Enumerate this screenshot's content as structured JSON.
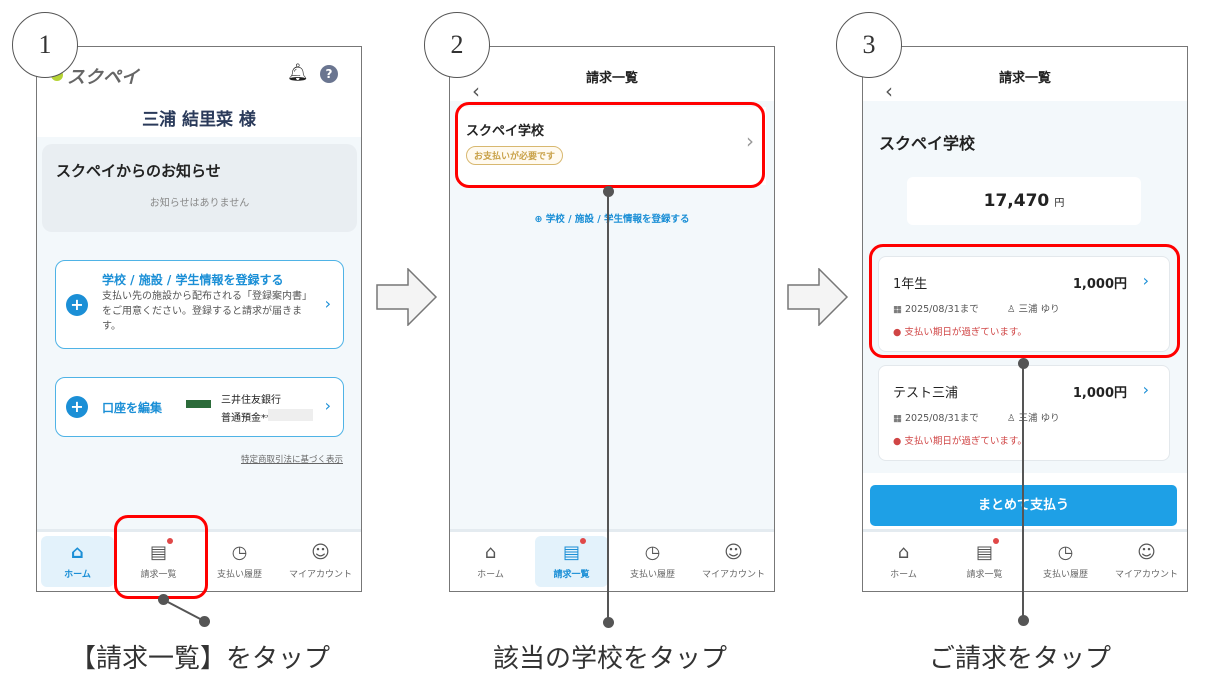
{
  "steps": [
    {
      "number": "1",
      "caption": "【請求一覧】をタップ"
    },
    {
      "number": "2",
      "caption": "該当の学校をタップ"
    },
    {
      "number": "3",
      "caption": "ご請求をタップ"
    }
  ],
  "screen1": {
    "logo": "スクペイ",
    "user_name": "三浦 結里菜 様",
    "notice_title": "スクペイからのお知らせ",
    "notice_empty": "お知らせはありません",
    "register_title": "学校 / 施設 / 学生情報を登録する",
    "register_desc": "支払い先の施設から配布される「登録案内書」をご用意ください。登録すると請求が届きます。",
    "account_label": "口座を編集",
    "bank_name": "三井住友銀行",
    "account_type": "普通預金**",
    "law_link": "特定商取引法に基づく表示"
  },
  "nav": {
    "home": "ホーム",
    "invoices": "請求一覧",
    "history": "支払い履歴",
    "account": "マイアカウント"
  },
  "screen2": {
    "title": "請求一覧",
    "school": "スクペイ学校",
    "badge": "お支払いが必要です",
    "register_link": "学校 / 施設 / 学生情報を登録する"
  },
  "screen3": {
    "title": "請求一覧",
    "school": "スクペイ学校",
    "total": "17,470",
    "currency": "円",
    "invoices": [
      {
        "name": "1年生",
        "amount": "1,000円",
        "due": "2025/08/31まで",
        "student": "三浦 ゆり",
        "warning": "支払い期日が過ぎています。"
      },
      {
        "name": "テスト三浦",
        "amount": "1,000円",
        "due": "2025/08/31まで",
        "student": "三浦 ゆり",
        "warning": "支払い期日が過ぎています。"
      }
    ],
    "pay_all": "まとめて支払う"
  },
  "colors": {
    "accent": "#1b8fd6",
    "highlight": "#ff0000",
    "warning": "#d04545",
    "badge": "#c9a24a"
  }
}
